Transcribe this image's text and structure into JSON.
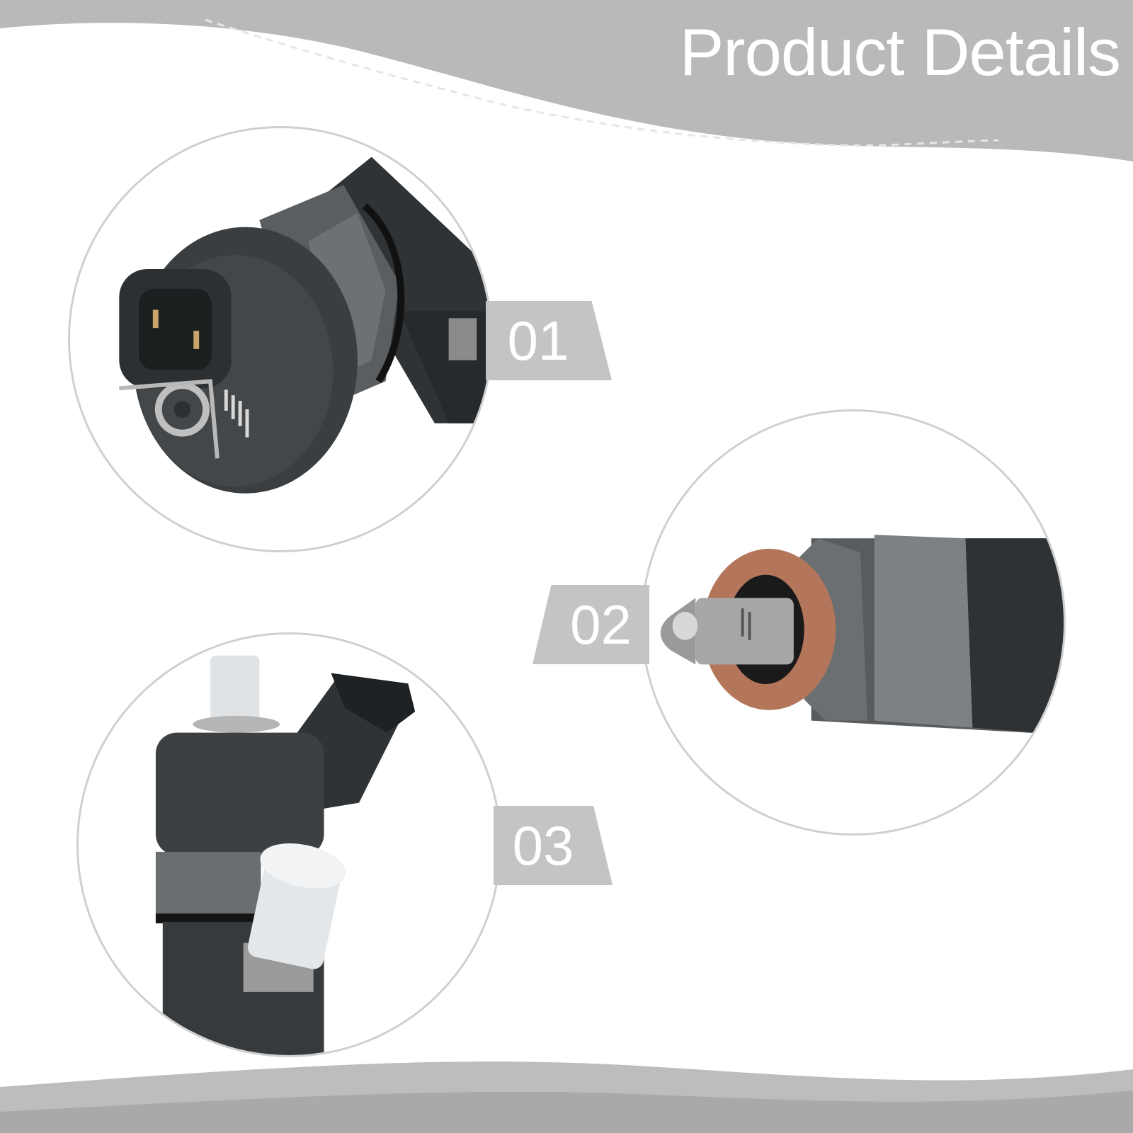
{
  "header": {
    "title": "Product Details",
    "band_color": "#b9b9b9"
  },
  "details": [
    {
      "number": "01",
      "subject": "electrical connector head of injector"
    },
    {
      "number": "02",
      "subject": "nozzle tip with copper washer"
    },
    {
      "number": "03",
      "subject": "side view with connector and fuel inlet cap"
    }
  ],
  "colors": {
    "tag": "#c4c4c4",
    "circle_border": "#cfcfcf",
    "injector_body": "#3e4244",
    "copper_washer": "#b4765a"
  }
}
